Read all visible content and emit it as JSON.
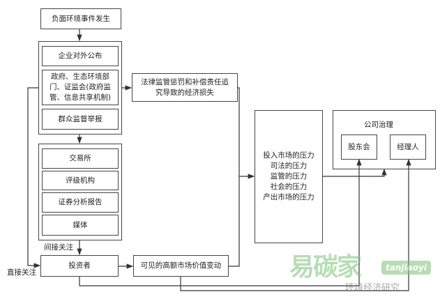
{
  "nodes": {
    "event": "负面环境事件发生",
    "disclosure": [
      "企业对外公布",
      "政府、生态环境部门、证监会(政府监管、信息共享机制)",
      "群众监督举报"
    ],
    "legal": "法律监管惩罚和补偿责任追究导致的经济损失",
    "intermediaries": [
      "交易所",
      "评级机构",
      "证券分析报告",
      "媒体"
    ],
    "investor": "投资者",
    "market_change": "可见的高额市场价值变动",
    "pressures": [
      "投入市场的压力",
      "司法的压力",
      "监管的压力",
      "社会的压力",
      "产出市场的压力"
    ],
    "governance": {
      "title": "公司治理",
      "members": [
        "股东会",
        "经理人"
      ]
    }
  },
  "edge_labels": {
    "indirect": "间接关注",
    "direct": "直接关注"
  },
  "watermark": {
    "logo": "易碳家",
    "tag": "tanjiaoyi",
    "source": "环境经济研究"
  }
}
